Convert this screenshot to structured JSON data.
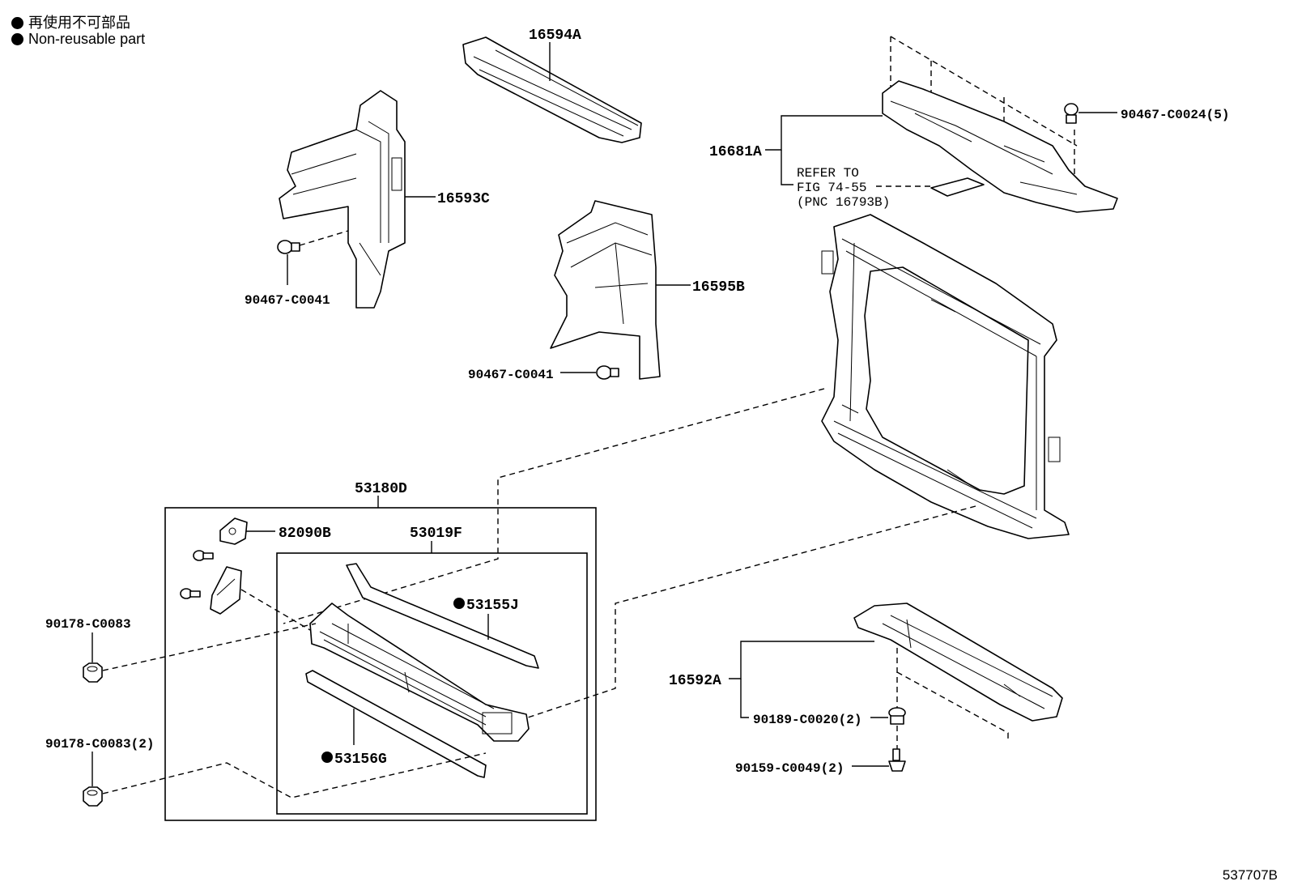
{
  "legend": {
    "japanese": "再使用不可部品",
    "english": "Non-reusable part"
  },
  "figure_id": "537707B",
  "parts": {
    "p16594A": "16594A",
    "p16593C": "16593C",
    "p90467_c0041_left": "90467-C0041",
    "p16595B": "16595B",
    "p90467_c0041_mid": "90467-C0041",
    "p16681A": "16681A",
    "p90467_c0024": "90467-C0024(5)",
    "p53180D": "53180D",
    "p82090B": "82090B",
    "p53019F": "53019F",
    "p53155J": "53155J",
    "p53156G": "53156G",
    "p90178_c0083": "90178-C0083",
    "p90178_c0083_2": "90178-C0083(2)",
    "p16592A": "16592A",
    "p90189_c0020": "90189-C0020(2)",
    "p90159_c0049": "90159-C0049(2)"
  },
  "reference_note": {
    "line1": "REFER TO",
    "line2": "FIG 74-55",
    "line3": "(PNC 16793B)"
  }
}
